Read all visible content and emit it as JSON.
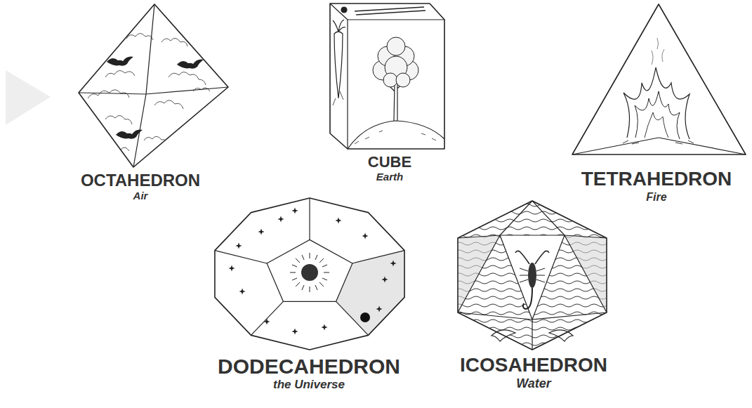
{
  "diagram": {
    "nodes": [
      {
        "text": [
          "OCTAHEDRON",
          "Air"
        ]
      },
      {
        "text": [
          "CUBE",
          "Earth"
        ]
      },
      {
        "text": [
          "TETRAHEDRON",
          "Fire"
        ]
      },
      {
        "text": [
          "DODECAHEDRON",
          "the Universe"
        ]
      },
      {
        "text": [
          "ICOSAHEDRON",
          "Water"
        ]
      }
    ]
  }
}
